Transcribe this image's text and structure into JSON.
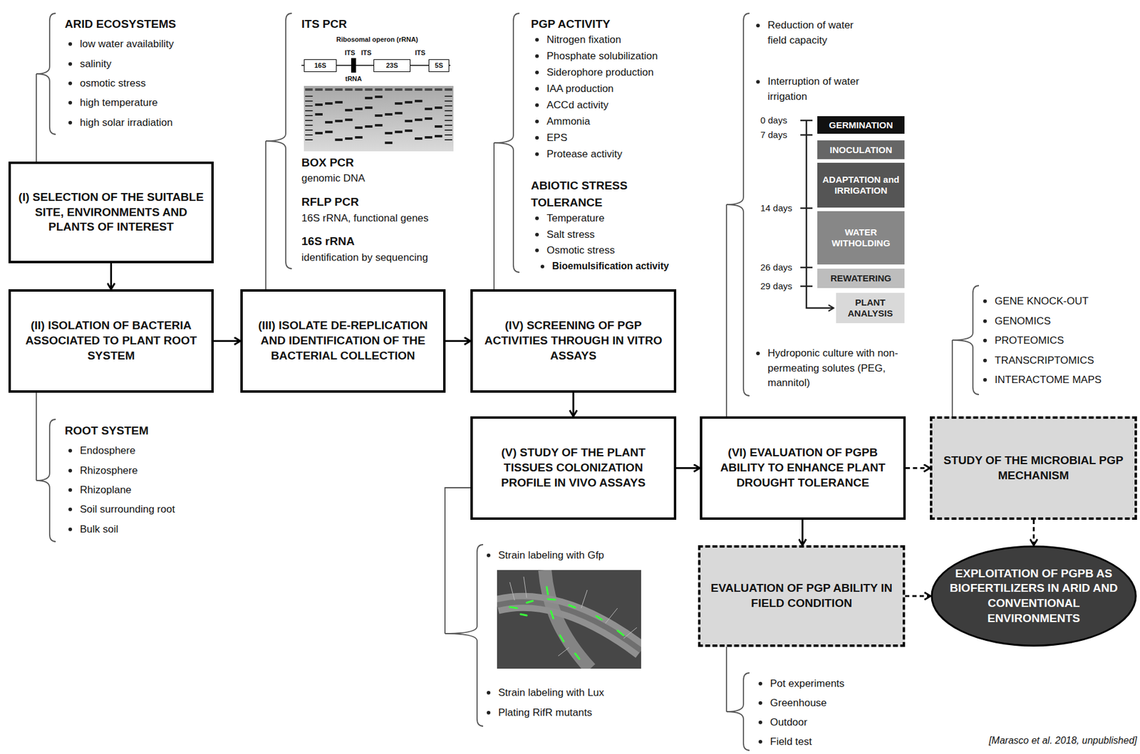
{
  "diagram": {
    "nodes": [
      {
        "text": [
          "(I) SELECTION OF THE SUITABLE SITE, ENVIRONMENTS AND PLANTS OF INTEREST"
        ]
      },
      {
        "text": [
          "(II) ISOLATION OF BACTERIA ASSOCIATED TO PLANT ROOT SYSTEM"
        ]
      },
      {
        "text": [
          "(III) ISOLATE DE-REPLICATION AND IDENTIFICATION OF THE BACTERIAL COLLECTION"
        ]
      },
      {
        "text": [
          "(IV) SCREENING OF PGP ACTIVITIES THROUGH IN VITRO ASSAYS"
        ]
      },
      {
        "text": [
          "(V) STUDY OF THE PLANT TISSUES COLONIZATION PROFILE IN VIVO ASSAYS"
        ]
      },
      {
        "text": [
          "(VI) EVALUATION OF PGPB ABILITY TO ENHANCE PLANT DROUGHT TOLERANCE"
        ]
      },
      {
        "text": [
          "STUDY OF THE MICROBIAL PGP MECHANISM"
        ]
      },
      {
        "text": [
          "EVALUATION OF PGP ABILITY IN FIELD CONDITION"
        ]
      },
      {
        "text": [
          "EXPLOITATION OF PGPB AS BIOFERTILIZERS IN ARID AND CONVENTIONAL ENVIRONMENTS"
        ]
      },
      {
        "text": [
          "GERMINATION"
        ]
      },
      {
        "text": [
          "INOCULATION"
        ]
      },
      {
        "text": [
          "ADAPTATION and IRRIGATION"
        ]
      },
      {
        "text": [
          "WATER WITHOLDING"
        ]
      },
      {
        "text": [
          "REWATERING"
        ]
      },
      {
        "text": [
          "PLANT ANALYSIS"
        ]
      },
      {
        "text": [
          "16S"
        ]
      },
      {
        "text": [
          "23S"
        ]
      },
      {
        "text": [
          "5S"
        ]
      }
    ],
    "edges": [
      {
        "from": 0,
        "to": 1,
        "arrow": "to"
      },
      {
        "from": 1,
        "to": 2,
        "arrow": "to"
      },
      {
        "from": 2,
        "to": 3,
        "arrow": "to"
      },
      {
        "from": 3,
        "to": 4,
        "arrow": "to"
      },
      {
        "from": 4,
        "to": 5,
        "arrow": "to"
      },
      {
        "from": 5,
        "to": 6,
        "arrow": "to"
      },
      {
        "from": 5,
        "to": 7,
        "arrow": "to"
      },
      {
        "from": 6,
        "to": 8,
        "arrow": "to"
      },
      {
        "from": 7,
        "to": 8,
        "arrow": "to"
      }
    ],
    "labels": [
      "ARID ECOSYSTEMS",
      "low water availability",
      "salinity",
      "osmotic stress",
      "high temperature",
      "high solar irradiation",
      "ITS PCR",
      "Ribosomal operon (rRNA)",
      "ITS",
      "ITS",
      "ITS",
      "tRNA",
      "BOX PCR",
      "genomic DNA",
      "RFLP PCR",
      "16S rRNA, functional genes",
      "16S rRNA",
      "identification by sequencing",
      "PGP ACTIVITY",
      "Nitrogen fixation",
      "Phosphate solubilization",
      "Siderophore production",
      "IAA production",
      "ACCd activity",
      "Ammonia",
      "EPS",
      "Protease activity",
      "ABIOTIC STRESS TOLERANCE",
      "Temperature",
      "Salt stress",
      "Osmotic stress",
      "Bioemulsification activity",
      "ROOT SYSTEM",
      "Endosphere",
      "Rhizosphere",
      "Rhizoplane",
      "Soil surrounding root",
      "Bulk soil",
      "Reduction of water field capacity",
      "Interruption of water irrigation",
      "0 days",
      "7 days",
      "14 days",
      "26 days",
      "29 days",
      "Hydroponic culture with non-permeating solutes (PEG, mannitol)",
      "GENE KNOCK-OUT",
      "GENOMICS",
      "PROTEOMICS",
      "TRANSCRIPTOMICS",
      "INTERACTOME MAPS",
      "Strain labeling with Gfp",
      "Strain labeling with Lux",
      "Plating RifR mutants",
      "Pot experiments",
      "Greenhouse",
      "Outdoor",
      "Field test",
      "[Marasco et al. 2018, unpublished]"
    ]
  }
}
